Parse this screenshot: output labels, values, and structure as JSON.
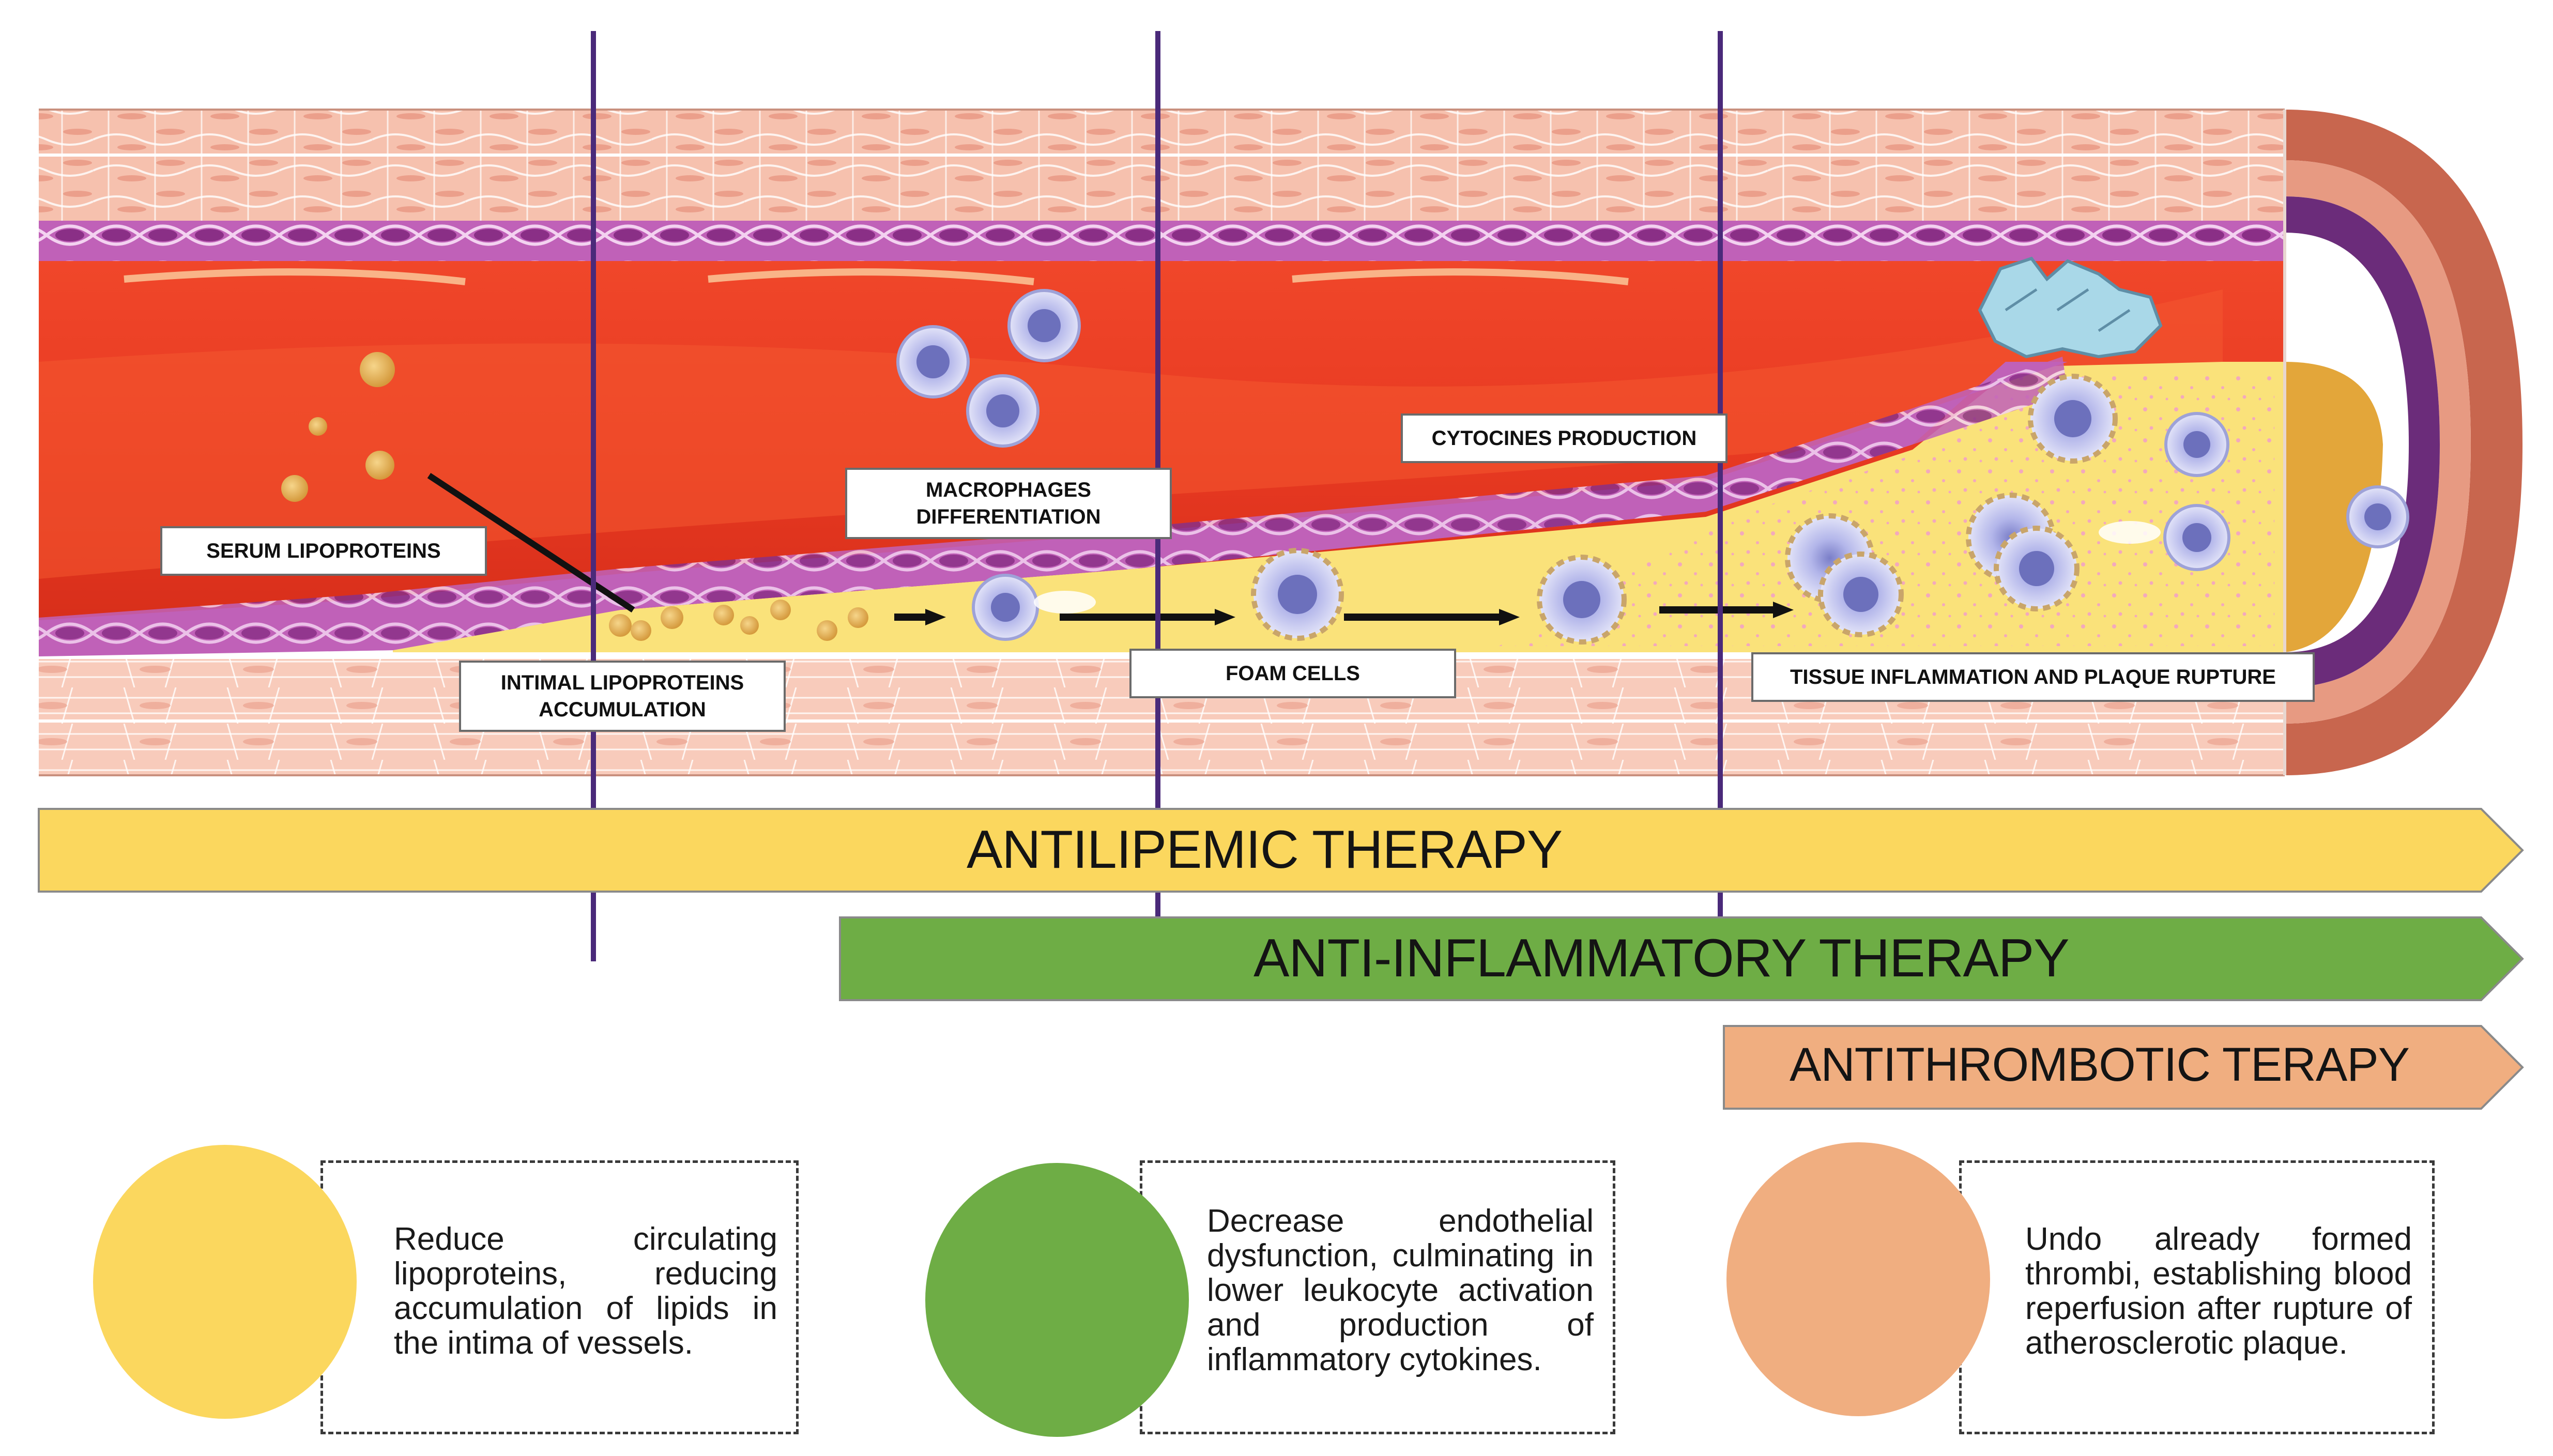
{
  "stages": {
    "serum": "SERUM LIPOPROTEINS",
    "intimal_line1": "INTIMAL LIPOPROTEINS",
    "intimal_line2": "ACCUMULATION",
    "macro_line1": "MACROPHAGES",
    "macro_line2": "DIFFERENTIATION",
    "foam": "FOAM CELLS",
    "cytocines": "CYTOCINES PRODUCTION",
    "tissue": "TISSUE INFLAMMATION AND PLAQUE RUPTURE"
  },
  "therapies": [
    {
      "label": "ANTILIPEMIC THERAPY",
      "color": "#fbd75e"
    },
    {
      "label": "ANTI-INFLAMMATORY THERAPY",
      "color": "#6ead45"
    },
    {
      "label": "ANTITHROMBOTIC  TERAPY",
      "color": "#f0ae80"
    }
  ],
  "descriptions": [
    {
      "text": "Reduce circulating lipoproteins, reducing accumulation of lipids in the intima of vessels.",
      "color": "#fbd75e"
    },
    {
      "text": "Decrease endothelial dysfunction, culminating in lower leukocyte activation and production of inflammatory cytokines.",
      "color": "#6ead45"
    },
    {
      "text": "Undo already formed thrombi, establishing blood reperfusion after rupture of atherosclerotic plaque.",
      "color": "#f0ae80"
    }
  ],
  "colors": {
    "blood": "#e83a22",
    "blood_light": "#f4572f",
    "vessel_wall": "#f3b8a4",
    "endothelium": "#c061b8",
    "plaque": "#fae27a",
    "divider": "#4a2a7a",
    "cell": "#aeb2e6"
  },
  "icons": [
    "lipoprotein-icon",
    "macrophage-icon",
    "foam-cell-icon",
    "thrombus-icon",
    "arrow-icon"
  ]
}
